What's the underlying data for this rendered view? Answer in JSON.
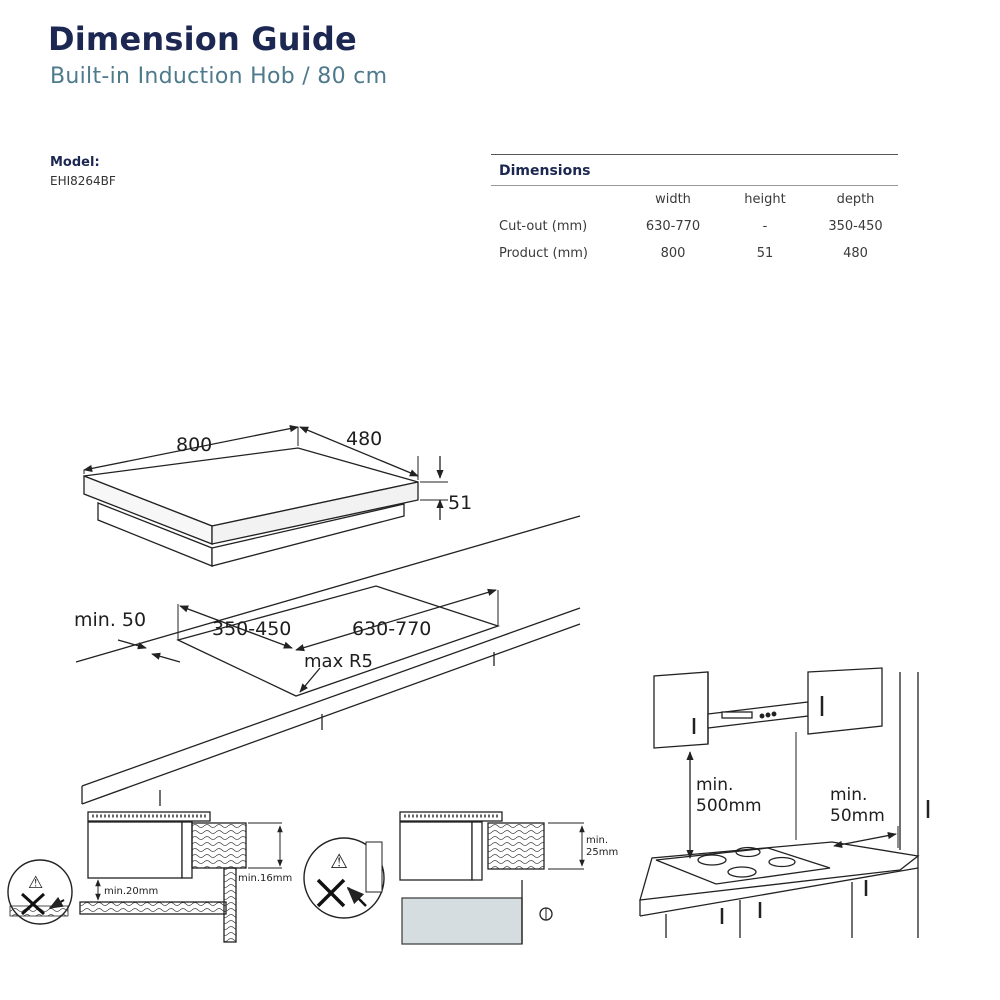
{
  "header": {
    "title": "Dimension Guide",
    "subtitle": "Built-in Induction Hob / 80 cm"
  },
  "model": {
    "label": "Model:",
    "value": "EHI8264BF"
  },
  "dimensions_table": {
    "heading": "Dimensions",
    "columns": [
      "width",
      "height",
      "depth"
    ],
    "rows": [
      {
        "label": "Cut-out (mm)",
        "values": [
          "630-770",
          "-",
          "350-450"
        ]
      },
      {
        "label": "Product (mm)",
        "values": [
          "800",
          "51",
          "480"
        ]
      }
    ]
  },
  "diagram": {
    "hob": {
      "width": "800",
      "depth": "480",
      "height": "51"
    },
    "cutout": {
      "min_edge": "min. 50",
      "depth": "350-450",
      "width": "630-770",
      "radius": "max R5"
    },
    "side_a": {
      "gap": "min.20mm",
      "thickness": "min.16mm"
    },
    "side_b": {
      "thickness_1": "min.",
      "thickness_2": "25mm"
    },
    "clearance": {
      "top_1": "min.",
      "top_2": "500mm",
      "side_1": "min.",
      "side_2": "50mm"
    },
    "warning_glyph": "⚠"
  }
}
